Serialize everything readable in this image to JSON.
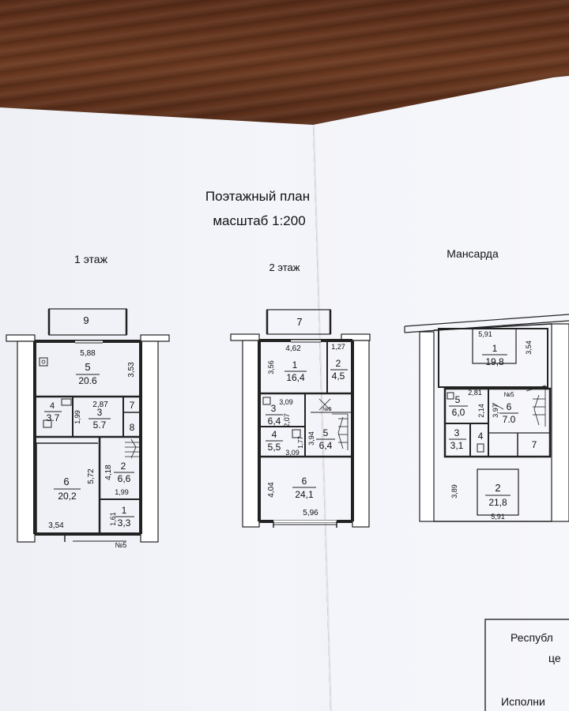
{
  "header": {
    "title": "Поэтажный план",
    "scale": "масштаб 1:200"
  },
  "floors": [
    {
      "label": "1 этаж",
      "rooms": [
        {
          "num": "9",
          "area": ""
        },
        {
          "num": "5",
          "area": "20.6"
        },
        {
          "num": "4",
          "area": "3.7"
        },
        {
          "num": "3",
          "area": "5.7"
        },
        {
          "num": "7",
          "area": ""
        },
        {
          "num": "8",
          "area": ""
        },
        {
          "num": "6",
          "area": "20,2"
        },
        {
          "num": "2",
          "area": "6,6"
        },
        {
          "num": "1",
          "area": "3,3"
        }
      ],
      "dimensions": [
        "5,88",
        "3,53",
        "2,87",
        "1,99",
        "4,18",
        "5,72",
        "1,99",
        "1,61",
        "3,54"
      ],
      "entrance": "№5"
    },
    {
      "label": "2 этаж",
      "rooms": [
        {
          "num": "7",
          "area": ""
        },
        {
          "num": "1",
          "area": "16,4"
        },
        {
          "num": "2",
          "area": "4,5"
        },
        {
          "num": "3",
          "area": "6,4"
        },
        {
          "num": "4",
          "area": "5,5"
        },
        {
          "num": "5",
          "area": "6,4"
        },
        {
          "num": "6",
          "area": "24,1"
        }
      ],
      "dimensions": [
        "4,62",
        "1,27",
        "3,56",
        "3,09",
        "2,07",
        "1,77",
        "3,09",
        "3,94",
        "4,04",
        "5,96"
      ],
      "entrance": "№5"
    },
    {
      "label": "Мансарда",
      "rooms": [
        {
          "num": "1",
          "area": "19,8"
        },
        {
          "num": "5",
          "area": "6,0"
        },
        {
          "num": "6",
          "area": "7.0"
        },
        {
          "num": "3",
          "area": "3,1"
        },
        {
          "num": "4",
          "area": ""
        },
        {
          "num": "7",
          "area": ""
        },
        {
          "num": "2",
          "area": "21,8"
        }
      ],
      "dimensions": [
        "5,91",
        "3,54",
        "2,81",
        "2,14",
        "3,97",
        "3,89",
        "5,91"
      ],
      "entrance": "№5"
    }
  ],
  "stamp": {
    "line1": "Республ",
    "line2": "це",
    "line3": "Исполни"
  }
}
